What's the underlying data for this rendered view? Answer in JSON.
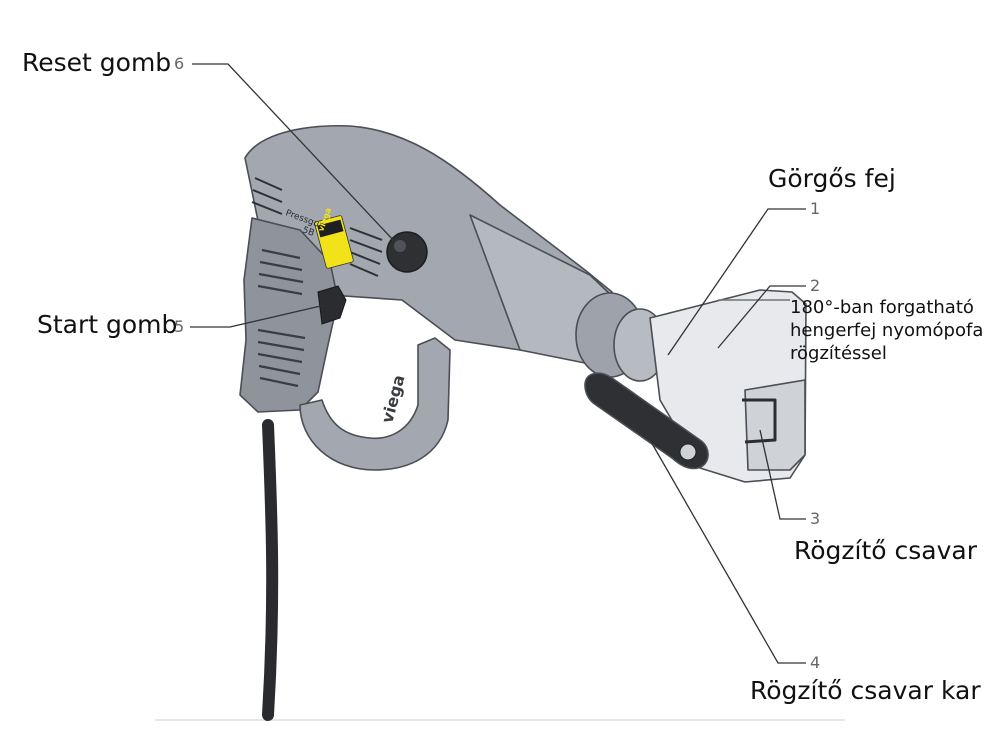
{
  "callouts": {
    "reset": {
      "number": "6",
      "label": "Reset gomb"
    },
    "start": {
      "number": "5",
      "label": "Start gomb"
    },
    "roller_head": {
      "number": "1",
      "label": "Görgős fej"
    },
    "rotating_head": {
      "number": "2",
      "lines": [
        "180°-ban forgatható",
        "hengerfej nyomópofa",
        "rögzítéssel"
      ]
    },
    "locking_screw": {
      "number": "3",
      "label": "Rögzítő csavar"
    },
    "locking_lever": {
      "number": "4",
      "label": "Rögzítő csavar kar"
    }
  },
  "tool_branding": {
    "model_text": "Pressgun",
    "model_number": "5B",
    "brand": "viega"
  },
  "colors": {
    "body": "#a3a8b0",
    "body_dark": "#6f747c",
    "body_light": "#c4c8ce",
    "jaw": "#e7e9ec",
    "button": "#2e3034",
    "badge": "#f2e21a",
    "leader": "#333333"
  }
}
